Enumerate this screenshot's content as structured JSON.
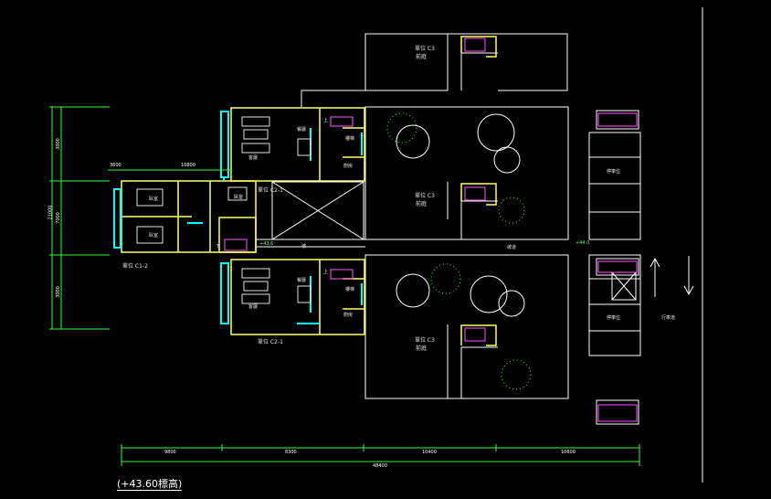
{
  "drawing": {
    "title": "(+43.60標高)"
  },
  "rooms": {
    "living": "客廳",
    "dining": "餐廳",
    "kitchen": "廚房",
    "stair": "樓梯",
    "bedroom": "臥室",
    "front_yard": "前庭",
    "parking": "停車位",
    "driveway": "行車道",
    "ramp": "坡道",
    "up": "上",
    "down": "下",
    "ramp_short": "坡"
  },
  "units": {
    "c3_top": "單位 C3",
    "c3_mid": "單位 C3",
    "c3_bot": "單位 C3",
    "c1_2": "單位 C1-2",
    "c2_1_top": "單位 C2-1",
    "c2_1_bot": "單位 C2-1"
  },
  "levels": {
    "a": "+43.6",
    "b": "+44.0"
  },
  "dimensions": {
    "bottom": [
      "9800",
      "8300",
      "10400",
      "10600"
    ],
    "bottom_total": "48400",
    "left_outer": [
      "3000",
      "7000",
      "3000"
    ],
    "left_total": "21000",
    "top_small": [
      "3600",
      "10800"
    ]
  },
  "colors": {
    "background": "#000000",
    "wall": "#ffff66",
    "line": "#ffffff",
    "window": "#00ffff",
    "stair": "#ff55ff",
    "plant": "#33ff33",
    "dim": "#33ff33",
    "furniture": "#e0e0e0"
  }
}
